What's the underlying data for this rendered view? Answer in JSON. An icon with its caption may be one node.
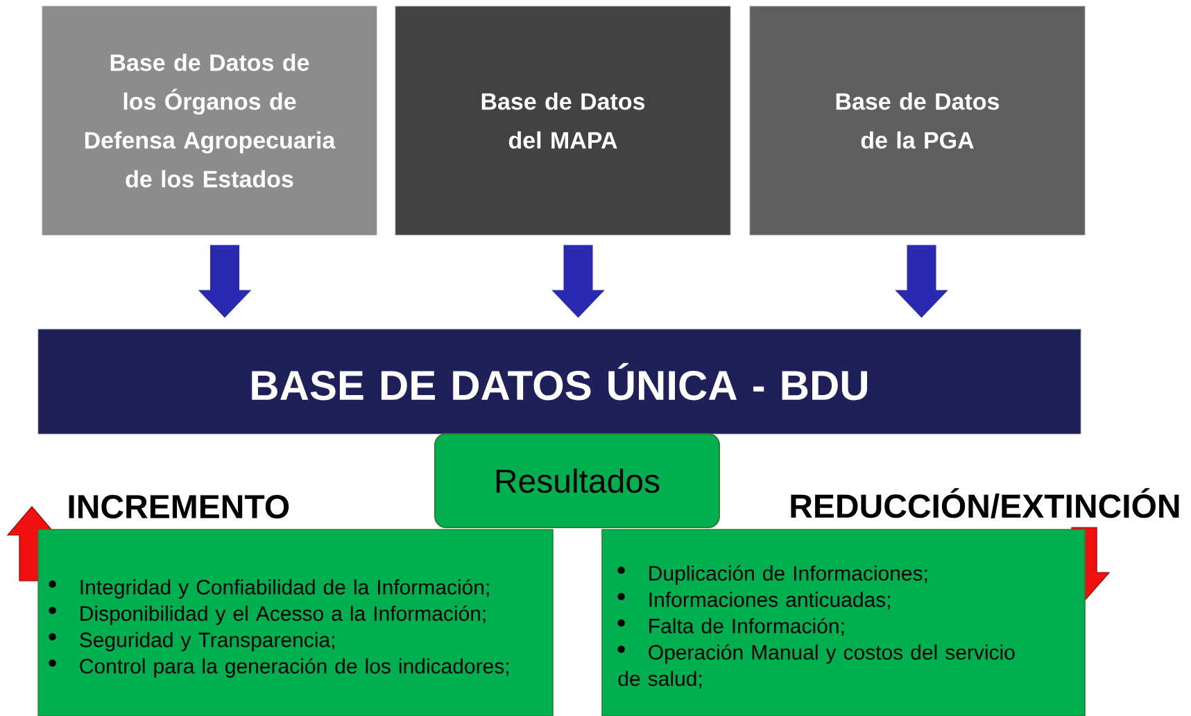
{
  "diagram": {
    "nodes": [
      {
        "text": [
          "Base de Datos de los Órganos de Defensa Agropecuaria de los Estados"
        ]
      },
      {
        "text": [
          "Base de Datos del MAPA"
        ]
      },
      {
        "text": [
          "Base de Datos de la PGA"
        ]
      },
      {
        "text": [
          "BASE DE DATOS ÚNICA - BDU"
        ]
      },
      {
        "text": [
          "Resultados"
        ]
      },
      {
        "text": [
          "INCREMENTO",
          "Integridad y Confiabilidad de la Información;",
          "Disponibilidad y el Acesso a la Información;",
          "Seguridad y Transparencia;",
          "Control para la generación de los indicadores;"
        ]
      },
      {
        "text": [
          "REDUCCIÓN/EXTINCIÓN",
          "Duplicación de Informaciones;",
          "Informaciones anticuadas;",
          "Falta de Información;",
          "Operación Manual y costos del servicio de salud;"
        ]
      }
    ],
    "edges": [
      {
        "from": 0,
        "to": 3,
        "arrow": "to"
      },
      {
        "from": 1,
        "to": 3,
        "arrow": "to"
      },
      {
        "from": 2,
        "to": 3,
        "arrow": "to"
      }
    ]
  }
}
